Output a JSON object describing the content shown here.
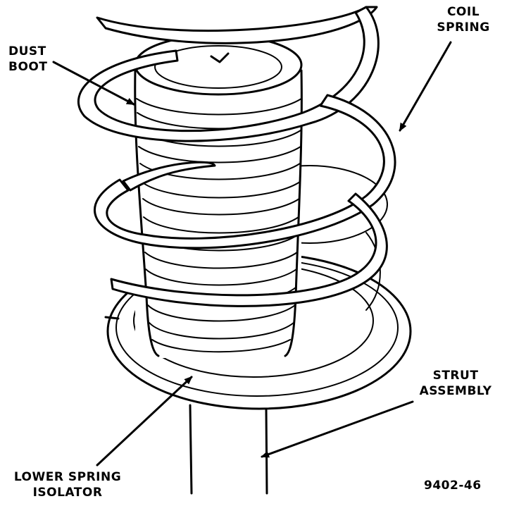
{
  "labels": {
    "dust_boot_1": "DUST",
    "dust_boot_2": "BOOT",
    "coil_spring_1": "COIL",
    "coil_spring_2": "SPRING",
    "strut_assembly_1": "STRUT",
    "strut_assembly_2": "ASSEMBLY",
    "lower_spring_isolator_1": "LOWER SPRING",
    "lower_spring_isolator_2": "ISOLATOR"
  },
  "figure_id": "9402-46"
}
